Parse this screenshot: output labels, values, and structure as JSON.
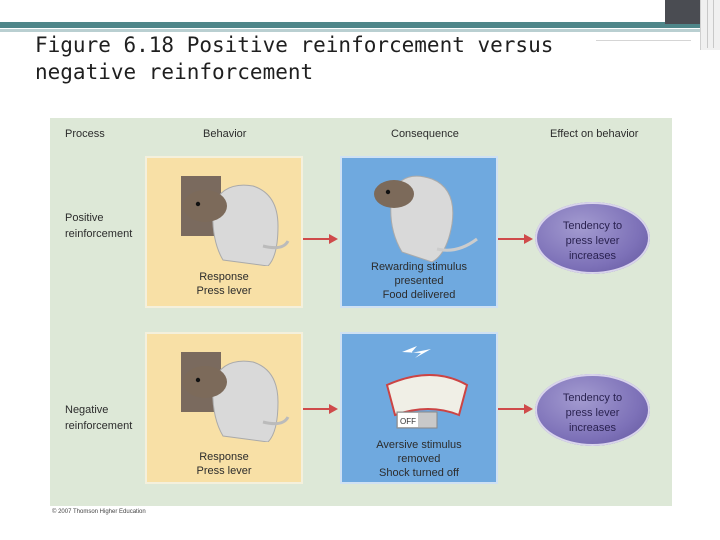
{
  "slide": {
    "title": "Figure 6.18  Positive reinforcement versus negative reinforcement",
    "copyright": "© 2007 Thomson Higher Education"
  },
  "headers": {
    "process": "Process",
    "behavior": "Behavior",
    "consequence": "Consequence",
    "effect": "Effect on behavior"
  },
  "rows": [
    {
      "process": "Positive reinforcement",
      "behavior": [
        "Response",
        "Press lever"
      ],
      "consequence": [
        "Rewarding stimulus",
        "presented",
        "Food delivered"
      ],
      "effect": "Tendency to press lever increases"
    },
    {
      "process": "Negative reinforcement",
      "behavior": [
        "Response",
        "Press lever"
      ],
      "consequence": [
        "Aversive stimulus",
        "removed",
        "Shock turned off"
      ],
      "effect": "Tendency to press lever increases",
      "switch_label": "OFF"
    }
  ],
  "colors": {
    "accent_bar": "#4e8689",
    "figure_bg": "#dde8d7",
    "behavior_panel": "#f8e0a6",
    "consequence_panel": "#6fa9df",
    "effect_oval": "#7d71b8",
    "arrow": "#cf4a4a"
  }
}
